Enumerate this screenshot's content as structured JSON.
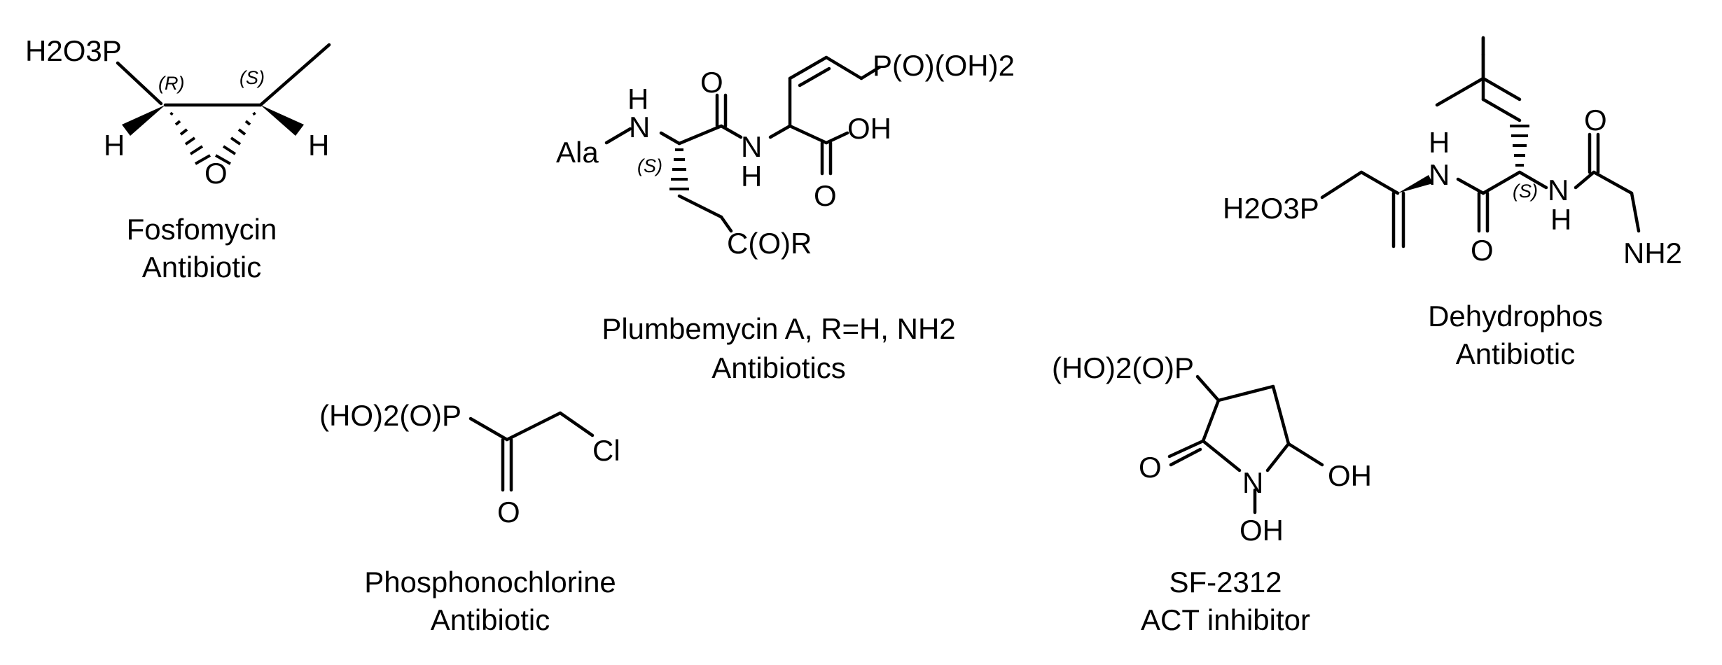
{
  "figure": {
    "molecules": [
      {
        "id": "fosfomycin",
        "name": "Fosfomycin",
        "activity": "Antibiotic",
        "labels": {
          "phosphonate": "H2O3P",
          "h_left": "H",
          "h_right": "H",
          "oxygen": "O",
          "stereo_r": "(R)",
          "stereo_s": "(S)"
        }
      },
      {
        "id": "plumbemycin",
        "name": "Plumbemycin A, R=H, NH2",
        "activity": "Antibiotics",
        "labels": {
          "ala": "Ala",
          "nh_h": "H",
          "n1": "N",
          "o_amide": "O",
          "n2": "N",
          "h2": "H",
          "acid": "OH",
          "o_acid": "O",
          "stereo_s": "(S)",
          "ester": "C(O)R",
          "phosphonate": "P(O)(OH)2"
        }
      },
      {
        "id": "dehydrophos",
        "name": "Dehydrophos",
        "activity": "Antibiotic",
        "labels": {
          "phosphonate": "H2O3P",
          "nh1_h": "H",
          "n1": "N",
          "o1": "O",
          "stereo_s": "(S)",
          "n2": "N",
          "nh2_h": "H",
          "o2": "O",
          "amine": "NH2"
        }
      },
      {
        "id": "phosphonochlorine",
        "name": "Phosphonochlorine",
        "activity": "Antibiotic",
        "labels": {
          "phosphonate": "(HO)2(O)P",
          "chlorine": "Cl",
          "oxygen": "O"
        }
      },
      {
        "id": "sf2312",
        "name": "SF-2312",
        "activity": "ACT inhibitor",
        "labels": {
          "phosphonate": "(HO)2(O)P",
          "o_carbonyl": "O",
          "n": "N",
          "oh_ring": "OH",
          "oh_n": "OH"
        }
      }
    ]
  }
}
